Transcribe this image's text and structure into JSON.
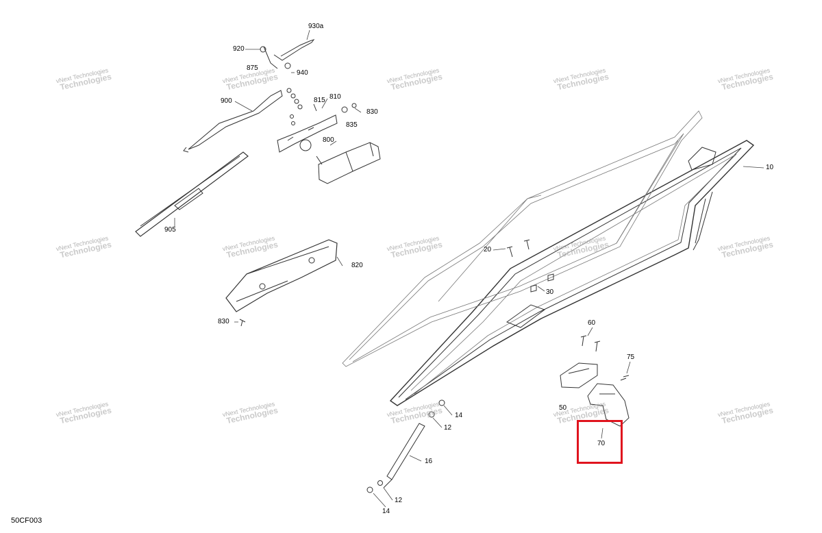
{
  "diagram": {
    "code": "50CF003",
    "watermark": {
      "line1": "vNext Technologies",
      "line2": "Technologies"
    },
    "highlight_color": "#e0141e",
    "labels": {
      "p930a": "930a",
      "p920": "920",
      "p875": "875",
      "p940": "940",
      "p900": "900",
      "p815": "815",
      "p810": "810",
      "p830a": "830",
      "p835": "835",
      "p800": "800",
      "p905": "905",
      "p820": "820",
      "p830b": "830",
      "p10": "10",
      "p20": "20",
      "p30": "30",
      "p60": "60",
      "p75": "75",
      "p50": "50",
      "p70": "70",
      "p14a": "14",
      "p12a": "12",
      "p16": "16",
      "p12b": "12",
      "p14b": "14"
    }
  }
}
